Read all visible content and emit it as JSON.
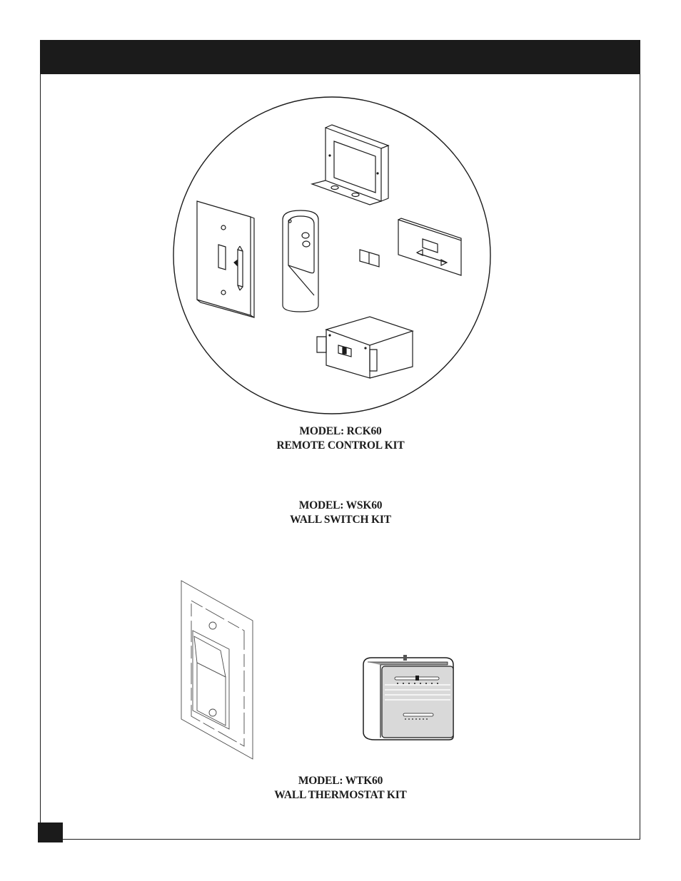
{
  "products": [
    {
      "model_line": "MODEL:  RCK60",
      "name_line": "REMOTE CONTROL KIT"
    },
    {
      "model_line": "MODEL:  WSK60",
      "name_line": "WALL SWITCH KIT"
    },
    {
      "model_line": "MODEL:  WTK60",
      "name_line": "WALL THERMOSTAT KIT"
    }
  ],
  "colors": {
    "ink": "#1b1b1b",
    "paper": "#ffffff",
    "thermostat_face": "#d9d9d9"
  }
}
